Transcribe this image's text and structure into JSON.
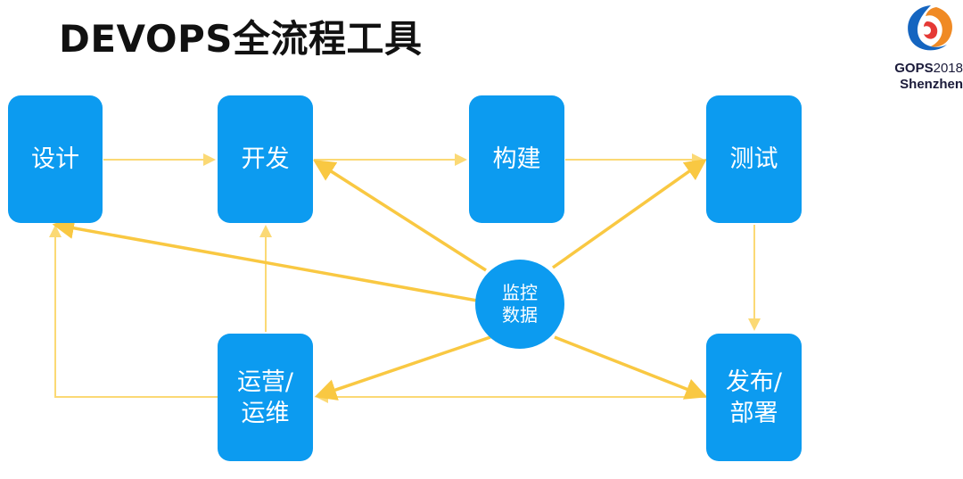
{
  "title": "DEVOPS全流程工具",
  "logo": {
    "brand": "GOPS",
    "year": "2018",
    "city": "Shenzhen",
    "colors": {
      "orange": "#f08a24",
      "blue": "#1565c0"
    }
  },
  "nodes": {
    "design": "设计",
    "develop": "开发",
    "build": "构建",
    "test": "测试",
    "ops_line1": "运营/",
    "ops_line2": "运维",
    "release_line1": "发布/",
    "release_line2": "部署"
  },
  "hub": {
    "line1": "监控",
    "line2": "数据"
  },
  "colors": {
    "node": "#0c9bf0",
    "arrow_strong": "#f9c842",
    "arrow_light": "#fbd975"
  }
}
